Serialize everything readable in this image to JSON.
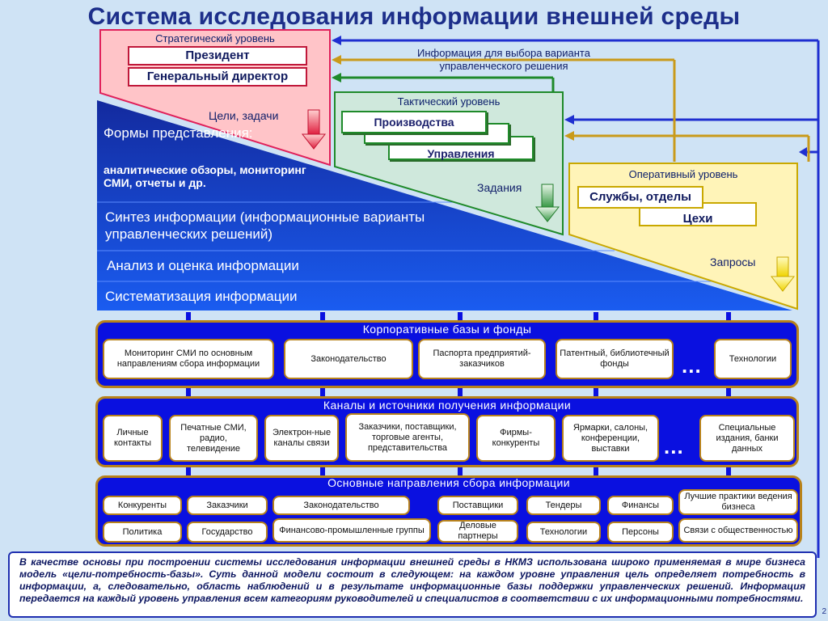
{
  "title": "Система исследования информации внешней среды",
  "strategic": {
    "heading": "Стратегический уровень",
    "president": "Президент",
    "director": "Генеральный директор",
    "goals_label": "Цели, задачи"
  },
  "info_for_choice": "Информация для выбора варианта управленческого решения",
  "tactical": {
    "heading": "Тактический уровень",
    "production": "Производства",
    "management": "Управления",
    "tasks_label": "Задания"
  },
  "operational": {
    "heading": "Оперативный уровень",
    "services": "Службы, отделы",
    "workshops": "Цехи",
    "requests_label": "Запросы"
  },
  "pyramid": {
    "forms_title": "Формы представления:",
    "forms_sub": "аналитические обзоры, мониторинг СМИ, отчеты и др.",
    "synthesis": "Синтез информации (информационные варианты управленческих решений)",
    "analysis": "Анализ  и  оценка  информации",
    "systematization": "Систематизация  информации"
  },
  "corporate": {
    "title": "Корпоративные  базы  и  фонды",
    "items": [
      "Мониторинг СМИ по основным направлениям сбора информации",
      "Законодательство",
      "Паспорта предприятий-заказчиков",
      "Патентный, библиотечный фонды",
      "Технологии"
    ],
    "ellipsis": "..."
  },
  "channels": {
    "title": "Каналы  и  источники  получения  информации",
    "items": [
      "Личные контакты",
      "Печатные СМИ, радио, телевидение",
      "Электрон-ные каналы связи",
      "Заказчики, поставщики, торговые агенты, представительства",
      "Фирмы-конкуренты",
      "Ярмарки, салоны, конференции, выставки",
      "Специальные издания, банки данных"
    ],
    "ellipsis": "..."
  },
  "directions": {
    "title": "Основные  направления  сбора  информации",
    "row1": [
      "Конкуренты",
      "Заказчики",
      "Законодательство",
      "Поставщики",
      "Тендеры",
      "Финансы",
      "Лучшие практики ведения бизнеса"
    ],
    "row2": [
      "Политика",
      "Государство",
      "Финансово-промышленные группы",
      "Деловые партнеры",
      "Технологии",
      "Персоны",
      "Связи с общественностью"
    ]
  },
  "note": "В качестве основы при построении системы исследования информации внешней среды в НКМЗ использована широко применяемая в мире бизнеса модель «цели-потребность-базы». Суть данной модели состоит в следующем: на каждом уровне управления цель определяет потребность в информации, а, следовательно, область наблюдений и в результате информационные базы поддержки управленческих решений. Информация передается на каждый уровень управления всем категориям руководителей и специалистов в соответствии с их информационными потребностями.",
  "page_number": "2",
  "colors": {
    "strategic": "#ffc4c8",
    "tactical": "#cfe8dc",
    "operational": "#fff4b8",
    "pyramid_blue": "#0d47e6",
    "panel_blue": "#0a10e0",
    "panel_border": "#b8821a"
  }
}
